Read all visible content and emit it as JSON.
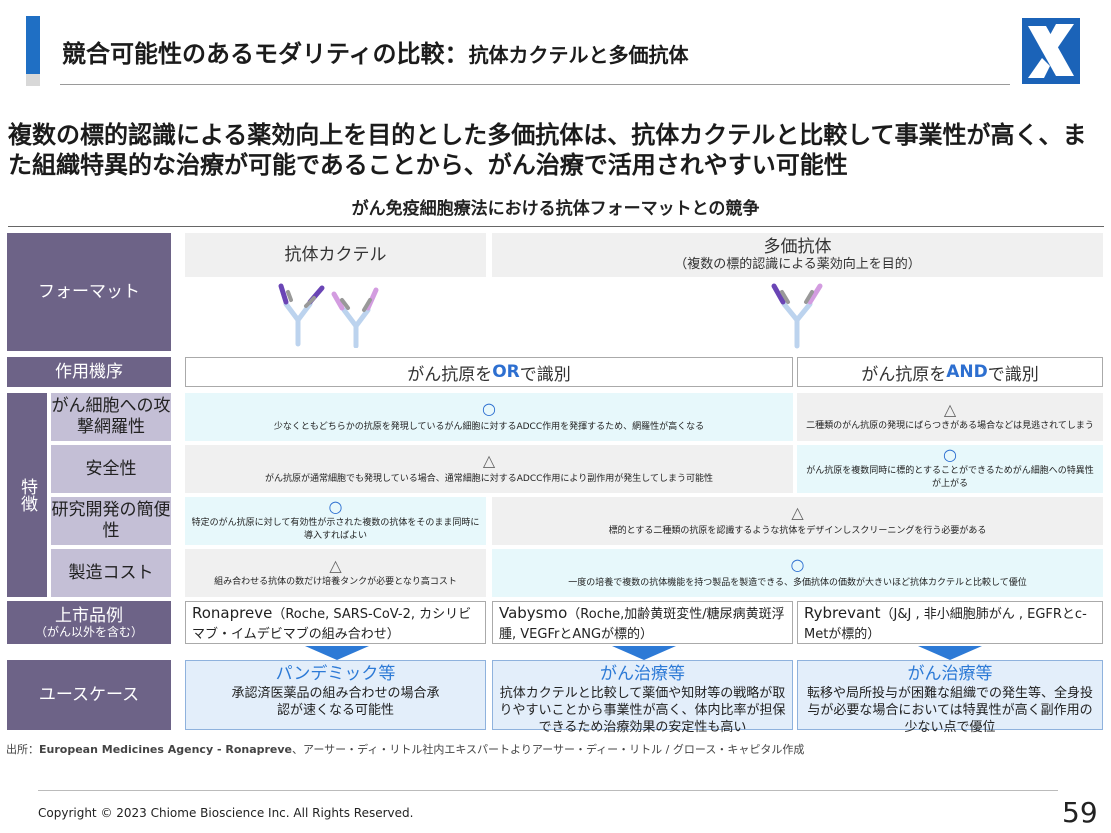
{
  "header": {
    "title_main": "競合可能性のあるモダリティの比較：",
    "title_sub": "抗体カクテルと多価抗体"
  },
  "headline": "複数の標的認識による薬効向上を目的とした多価抗体は、抗体カクテルと比較して事業性が高く、また組織特異的な治療が可能であることから、がん治療で活用されやすい可能性",
  "caption": "がん免疫細胞療法における抗体フォーマットとの競争",
  "labels": {
    "format": "フォーマット",
    "mechanism": "作用機序",
    "feature": "特徴",
    "attack": "がん細胞への攻撃網羅性",
    "safety": "安全性",
    "research": "研究開発の簡便性",
    "cost": "製造コスト",
    "products": "上市品例",
    "products_sub": "（がん以外を含む）",
    "usecase": "ユースケース"
  },
  "formats": {
    "cocktail": "抗体カクテル",
    "multi": "多価抗体",
    "multi_sub": "（複数の標的認識による薬効向上を目的）"
  },
  "mechanism": {
    "or_prefix": "がん抗原を",
    "or_key": "OR",
    "or_suffix": "で識別",
    "and_prefix": "がん抗原を",
    "and_key": "AND",
    "and_suffix": "で識別"
  },
  "symbols": {
    "circle": "○",
    "triangle": "△"
  },
  "features": {
    "attack_or": "少なくともどちらかの抗原を発現しているがん細胞に対するADCC作用を発揮するため、網羅性が高くなる",
    "attack_and": "二種類のがん抗原の発現にばらつきがある場合などは見逃されてしまう",
    "safety_or": "がん抗原が通常細胞でも発現している場合、通常細胞に対するADCC作用により副作用が発生してしまう可能性",
    "safety_and": "がん抗原を複数同時に標的とすることができるためがん細胞への特異性が上がる",
    "research_cocktail": "特定のがん抗原に対して有効性が示された複数の抗体をそのまま同時に導入すればよい",
    "research_multi": "標的とする二種類の抗原を認識するような抗体をデザインしスクリーニングを行う必要がある",
    "cost_cocktail": "組み合わせる抗体の数だけ培養タンクが必要となり高コスト",
    "cost_multi": "一度の培養で複数の抗体機能を持つ製品を製造できる、多価抗体の価数が大きいほど抗体カクテルと比較して優位"
  },
  "products": {
    "p1_name": "Ronapreve",
    "p1_desc": "（Roche, SARS-CoV-2, カシリビマブ・イムデビマブの組み合わせ）",
    "p2_name": "Vabysmo",
    "p2_desc": "（Roche,加齢黄斑変性/糖尿病黄斑浮腫, VEGFrとANGが標的）",
    "p3_name": "Rybrevant",
    "p3_desc": "（J&J , 非小細胞肺がん , EGFRとc-Metが標的）"
  },
  "usecases": {
    "u1_head": "パンデミック等",
    "u1_desc": "承認済医薬品の組み合わせの場合承認が速くなる可能性",
    "u2_head": "がん治療等",
    "u2_desc": "抗体カクテルと比較して薬価や知財等の戦略が取りやすいことから事業性が高く、体内比率が担保できるため治療効果の安定性も高い",
    "u3_head": "がん治療等",
    "u3_desc": "転移や局所投与が困難な組織での発生等、全身投与が必要な場合においては特異性が高く副作用の少ない点で優位"
  },
  "source": {
    "prefix": "出所：",
    "org": "European Medicines Agency - Ronapreve",
    "rest": "、アーサー・ディ・リトル社内エキスパートよりアーサー・ディー・リトル / グロース・キャピタル作成"
  },
  "footer": {
    "copyright": "Copyright © 2023 Chiome Bioscience Inc. All Rights Reserved.",
    "page": "59"
  },
  "colors": {
    "accent": "#1f6fc4",
    "label_purple": "#6d6387",
    "sublabel_lavender": "#c4bfd6",
    "highlight_blue": "#2d6fd0"
  }
}
